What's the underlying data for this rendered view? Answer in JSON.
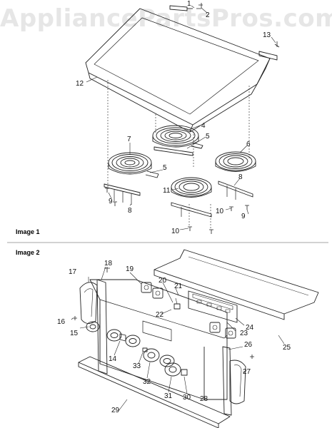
{
  "watermark": "AppliancePartsPros.com",
  "sections": {
    "image1": "Image 1",
    "image2": "Image 2"
  },
  "callouts": {
    "c1": "1",
    "c2": "2",
    "c4": "4",
    "c5a": "5",
    "c5b": "5",
    "c6": "6",
    "c7": "7",
    "c8a": "8",
    "c8b": "8",
    "c9a": "9",
    "c9b": "9",
    "c10a": "10",
    "c10b": "10",
    "c11": "11",
    "c12": "12",
    "c13": "13",
    "c14": "14",
    "c15": "15",
    "c16": "16",
    "c17": "17",
    "c18": "18",
    "c19": "19",
    "c20": "20",
    "c21": "21",
    "c22": "22",
    "c23": "23",
    "c24": "24",
    "c25": "25",
    "c26": "26",
    "c27": "27",
    "c28": "28",
    "c29": "29",
    "c30": "30",
    "c31": "31",
    "c32": "32",
    "c33": "33"
  }
}
